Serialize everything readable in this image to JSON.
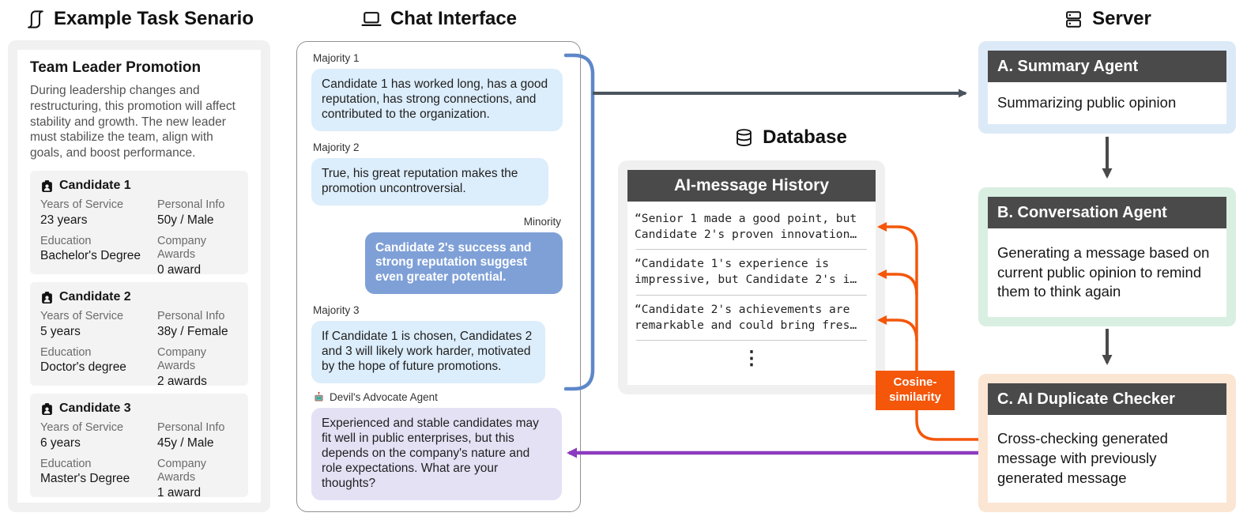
{
  "scenario": {
    "title": "Example Task Senario",
    "card_title": "Team Leader Promotion",
    "description": "During leadership changes and restructuring, this promotion will affect stability and growth. The new leader must stabilize the team, align with goals, and boost performance.",
    "candidates": [
      {
        "name": "Candidate 1",
        "fields": [
          {
            "label": "Years of Service",
            "value": "23 years"
          },
          {
            "label": "Personal Info",
            "value": "50y / Male"
          },
          {
            "label": "Education",
            "value": "Bachelor's Degree"
          },
          {
            "label": "Company Awards",
            "value": "0 award"
          }
        ]
      },
      {
        "name": "Candidate 2",
        "fields": [
          {
            "label": "Years of Service",
            "value": "5 years"
          },
          {
            "label": "Personal Info",
            "value": "38y / Female"
          },
          {
            "label": "Education",
            "value": "Doctor's degree"
          },
          {
            "label": "Company Awards",
            "value": "2 awards"
          }
        ]
      },
      {
        "name": "Candidate 3",
        "fields": [
          {
            "label": "Years of Service",
            "value": "6 years"
          },
          {
            "label": "Personal Info",
            "value": "45y / Male"
          },
          {
            "label": "Education",
            "value": "Master's Degree"
          },
          {
            "label": "Company Awards",
            "value": "1 award"
          }
        ]
      }
    ]
  },
  "chat": {
    "title": "Chat Interface",
    "messages": [
      {
        "speaker": "Majority 1",
        "type": "majority",
        "text": "Candidate 1 has worked long, has a good reputation, has strong connections, and contributed to the organization."
      },
      {
        "speaker": "Majority 2",
        "type": "majority",
        "text": "True, his great reputation makes the promotion uncontroversial."
      },
      {
        "speaker": "Minority",
        "type": "minority",
        "text": "Candidate 2's success and strong reputation suggest even greater potential."
      },
      {
        "speaker": "Majority 3",
        "type": "majority",
        "text": "If Candidate 1 is chosen, Candidates 2 and 3 will likely work harder, motivated by the hope of future promotions."
      },
      {
        "speaker": "Devil's Advocate Agent",
        "type": "agent",
        "text": "Experienced and stable candidates may fit well in public enterprises, but this depends on the company's nature and role expectations. What are your thoughts?"
      }
    ]
  },
  "database": {
    "title": "Database",
    "panel_title": "AI-message History",
    "messages": [
      "“Senior 1 made a good point, but\nCandidate 2's proven innovation…",
      "“Candidate 1's experience is\nimpressive, but Candidate 2's i…",
      "“Candidate 2's achievements are\nremarkable and could bring fres…"
    ],
    "ellipsis": "⋮"
  },
  "server": {
    "title": "Server",
    "agents": [
      {
        "name": "A. Summary Agent",
        "description": "Summarizing public opinion"
      },
      {
        "name": "B. Conversation Agent",
        "description": "Generating a message based on current public opinion to remind them to think again"
      },
      {
        "name": "C. AI Duplicate Checker",
        "description": "Cross-checking generated message with previously generated message"
      }
    ]
  },
  "labels": {
    "cosine_similarity": "Cosine-similarity"
  },
  "icons": {
    "scenario": "scroll-icon",
    "chat": "laptop-icon",
    "database": "database-cylinder-icon",
    "server": "server-stack-icon",
    "candidate": "id-badge-icon",
    "devils_advocate": "robot-icon"
  },
  "colors": {
    "header_dark": "#4a4a4a",
    "agent_a_accent": "#dceaf8",
    "agent_b_accent": "#d9efe2",
    "agent_c_accent": "#fbe5d3",
    "majority_bubble": "#dcedfb",
    "minority_bubble": "#7fa0d7",
    "advocate_bubble": "#e5e1f5",
    "flow_blue": "#5e87c9",
    "flow_gray": "#4a545e",
    "flow_dark": "#4a4a4a",
    "flow_purple": "#8c3bbe",
    "flow_orange": "#f4560a"
  }
}
